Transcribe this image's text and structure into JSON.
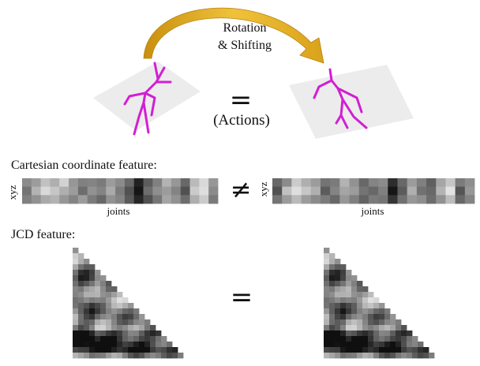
{
  "top": {
    "arrow_label_line1": "Rotation",
    "arrow_label_line2": "& Shifting",
    "equals": "=",
    "actions": "(Actions)",
    "arrow_color": "#d9a21a",
    "skeleton_color": "#d21fd2",
    "plane_color": "#ececec"
  },
  "cartesian": {
    "heading": "Cartesian coordinate feature:",
    "y_label": "xyz",
    "x_label": "joints",
    "not_equal": "≠",
    "left_strip": [
      [
        0.55,
        0.62,
        0.78,
        0.7,
        0.85,
        0.6,
        0.5,
        0.52,
        0.48,
        0.62,
        0.55,
        0.4,
        0.1,
        0.35,
        0.5,
        0.72,
        0.6,
        0.4,
        0.75,
        0.88,
        0.6
      ],
      [
        0.45,
        0.72,
        0.88,
        0.8,
        0.7,
        0.62,
        0.42,
        0.58,
        0.52,
        0.68,
        0.48,
        0.3,
        0.05,
        0.42,
        0.56,
        0.62,
        0.52,
        0.3,
        0.82,
        0.9,
        0.55
      ],
      [
        0.5,
        0.58,
        0.68,
        0.72,
        0.6,
        0.52,
        0.62,
        0.48,
        0.4,
        0.58,
        0.52,
        0.34,
        0.12,
        0.3,
        0.46,
        0.66,
        0.58,
        0.42,
        0.7,
        0.82,
        0.48
      ]
    ],
    "right_strip": [
      [
        0.4,
        0.55,
        0.82,
        0.7,
        0.62,
        0.45,
        0.48,
        0.72,
        0.58,
        0.4,
        0.52,
        0.55,
        0.15,
        0.4,
        0.62,
        0.5,
        0.36,
        0.66,
        0.8,
        0.48,
        0.56
      ],
      [
        0.3,
        0.78,
        0.9,
        0.8,
        0.7,
        0.35,
        0.52,
        0.66,
        0.62,
        0.45,
        0.4,
        0.5,
        0.05,
        0.35,
        0.7,
        0.44,
        0.4,
        0.72,
        0.92,
        0.32,
        0.6
      ],
      [
        0.45,
        0.62,
        0.75,
        0.62,
        0.55,
        0.48,
        0.4,
        0.6,
        0.5,
        0.38,
        0.48,
        0.46,
        0.18,
        0.44,
        0.6,
        0.56,
        0.42,
        0.58,
        0.76,
        0.4,
        0.52
      ]
    ]
  },
  "jcd": {
    "heading": "JCD feature:",
    "equals": "=",
    "matrix_size": 20
  }
}
